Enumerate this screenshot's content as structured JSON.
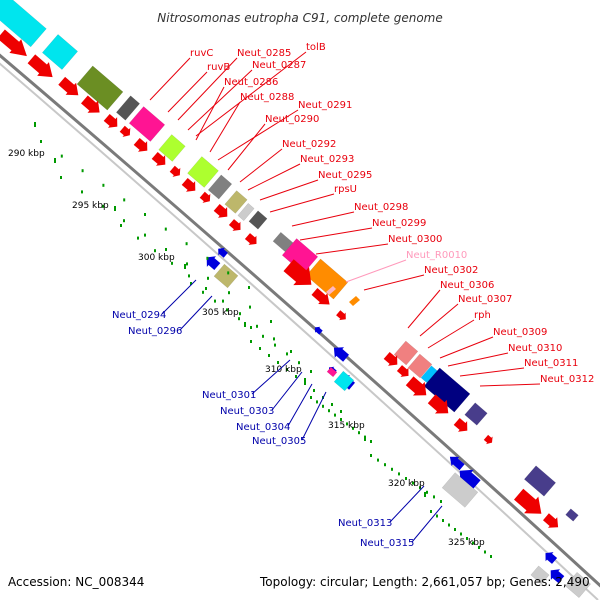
{
  "title": "Nitrosomonas eutropha C91, complete genome",
  "footer": {
    "accession": "Accession: NC_008344",
    "topology": "Topology: circular; Length: 2,661,057 bp; Genes: 2,490"
  },
  "ticks": [
    {
      "label": "290 kbp"
    },
    {
      "label": "295 kbp"
    },
    {
      "label": "300 kbp"
    },
    {
      "label": "305 kbp"
    },
    {
      "label": "310 kbp"
    },
    {
      "label": "315 kbp"
    },
    {
      "label": "320 kbp"
    },
    {
      "label": "325 kbp"
    }
  ],
  "plus_strand_labels": [
    {
      "text": "ruvC",
      "color": "#e8000d"
    },
    {
      "text": "ruvB",
      "color": "#e8000d"
    },
    {
      "text": "Neut_0285",
      "color": "#e8000d"
    },
    {
      "text": "tolB",
      "color": "#e8000d"
    },
    {
      "text": "Neut_0287",
      "color": "#e8000d"
    },
    {
      "text": "Neut_0286",
      "color": "#e8000d"
    },
    {
      "text": "Neut_0288",
      "color": "#e8000d"
    },
    {
      "text": "Neut_0291",
      "color": "#e8000d"
    },
    {
      "text": "Neut_0290",
      "color": "#e8000d"
    },
    {
      "text": "Neut_0292",
      "color": "#e8000d"
    },
    {
      "text": "Neut_0293",
      "color": "#e8000d"
    },
    {
      "text": "Neut_0295",
      "color": "#e8000d"
    },
    {
      "text": "rpsU",
      "color": "#e8000d"
    },
    {
      "text": "Neut_0298",
      "color": "#e8000d"
    },
    {
      "text": "Neut_0299",
      "color": "#e8000d"
    },
    {
      "text": "Neut_0300",
      "color": "#e8000d"
    },
    {
      "text": "Neut_R0010",
      "color": "#ff99bb"
    },
    {
      "text": "Neut_0302",
      "color": "#e8000d"
    },
    {
      "text": "Neut_0306",
      "color": "#e8000d"
    },
    {
      "text": "Neut_0307",
      "color": "#e8000d"
    },
    {
      "text": "rph",
      "color": "#e8000d"
    },
    {
      "text": "Neut_0309",
      "color": "#e8000d"
    },
    {
      "text": "Neut_0310",
      "color": "#e8000d"
    },
    {
      "text": "Neut_0311",
      "color": "#e8000d"
    },
    {
      "text": "Neut_0312",
      "color": "#e8000d"
    }
  ],
  "minus_strand_labels": [
    {
      "text": "Neut_0294",
      "color": "#0000aa"
    },
    {
      "text": "Neut_0296",
      "color": "#0000aa"
    },
    {
      "text": "Neut_0301",
      "color": "#0000aa"
    },
    {
      "text": "Neut_0303",
      "color": "#0000aa"
    },
    {
      "text": "Neut_0304",
      "color": "#0000aa"
    },
    {
      "text": "Neut_0305",
      "color": "#0000aa"
    },
    {
      "text": "Neut_0313",
      "color": "#0000aa"
    },
    {
      "text": "Neut_0315",
      "color": "#0000aa"
    }
  ],
  "colors": {
    "plus_gene": "#ee0000",
    "minus_gene": "#0000dd",
    "backbone": "#888888",
    "tick_dot": "#009900",
    "cog_cyan": "#00e5ee",
    "cog_olive": "#6b8e23",
    "cog_magenta": "#ff1493",
    "cog_lime": "#adff2f",
    "cog_gray": "#808080",
    "cog_khaki": "#bdb76b",
    "cog_lightgray": "#cccccc",
    "cog_orange": "#ff8c00",
    "cog_rose": "#f08080",
    "cog_navy": "#000080",
    "cog_slate": "#483d8b",
    "cog_deepsky": "#00bfff",
    "cog_darkgray": "#555555"
  }
}
